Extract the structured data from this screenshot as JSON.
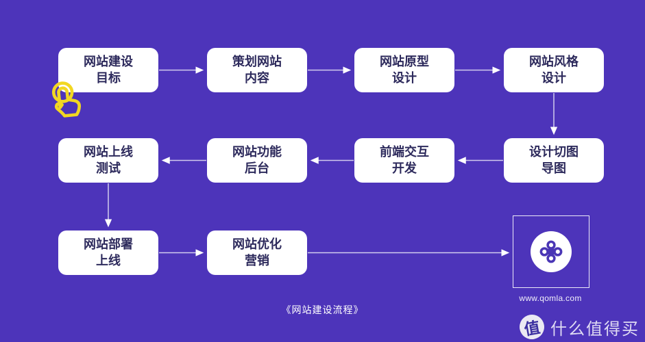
{
  "colors": {
    "bg": "#4d34ba",
    "node-bg": "#ffffff",
    "node-text": "#2d2a5c",
    "arrow": "#d9d4f2",
    "cursor-yellow": "#f2d722",
    "logo-purple": "#4a36b5"
  },
  "flow": {
    "nodes": [
      {
        "label": "网站建设\n目标"
      },
      {
        "label": "策划网站\n内容"
      },
      {
        "label": "网站原型\n设计"
      },
      {
        "label": "网站风格\n设计"
      },
      {
        "label": "网站上线\n测试"
      },
      {
        "label": "网站功能\n后台"
      },
      {
        "label": "前端交互\n开发"
      },
      {
        "label": "设计切图\n导图"
      },
      {
        "label": "网站部署\n上线"
      },
      {
        "label": "网站优化\n营销"
      }
    ]
  },
  "logo": {
    "icon": "qomla-clover-logo",
    "url_text": "www.qomla.com"
  },
  "caption": "《网站建设流程》",
  "watermark": {
    "badge": "值",
    "text": "什么值得买"
  }
}
